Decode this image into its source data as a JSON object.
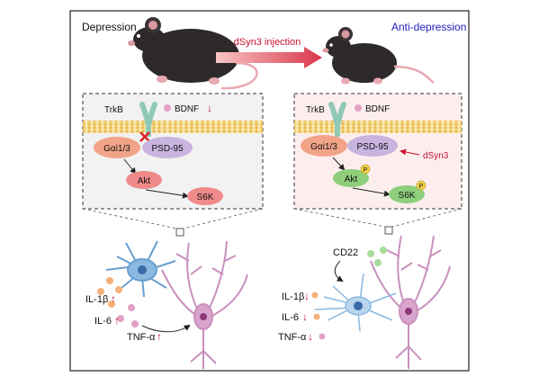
{
  "left_panel": {
    "title": "Depression",
    "receptor": "TrkB",
    "ligand": "BDNF",
    "gai": "Gαi1/3",
    "psd": "PSD-95",
    "akt": "Akt",
    "s6k": "S6K",
    "cytokines": [
      "IL-1β",
      "IL-6",
      "TNF-α"
    ]
  },
  "center": {
    "injection_label": "dSyn3 injection"
  },
  "right_panel": {
    "title": "Anti-depression",
    "receptor": "TrkB",
    "ligand": "BDNF",
    "gai": "Gαi1/3",
    "psd": "PSD-95",
    "drug": "dSyn3",
    "akt": "Akt",
    "s6k": "S6K",
    "phospho": "P",
    "cd22": "CD22",
    "cytokines": [
      "IL-1β",
      "IL-6",
      "TNF-α"
    ]
  },
  "colors": {
    "red_accent": "#c8102e",
    "blue_title": "#2020c0",
    "membrane": "#f3cf6a",
    "gai_fill": "#f2a489",
    "psd_fill": "#c9b4e0",
    "akt_left": "#f08a8a",
    "akt_right": "#8fcf7c",
    "microglia": "#8ab8e0",
    "neuron": "#d9a4cc"
  }
}
